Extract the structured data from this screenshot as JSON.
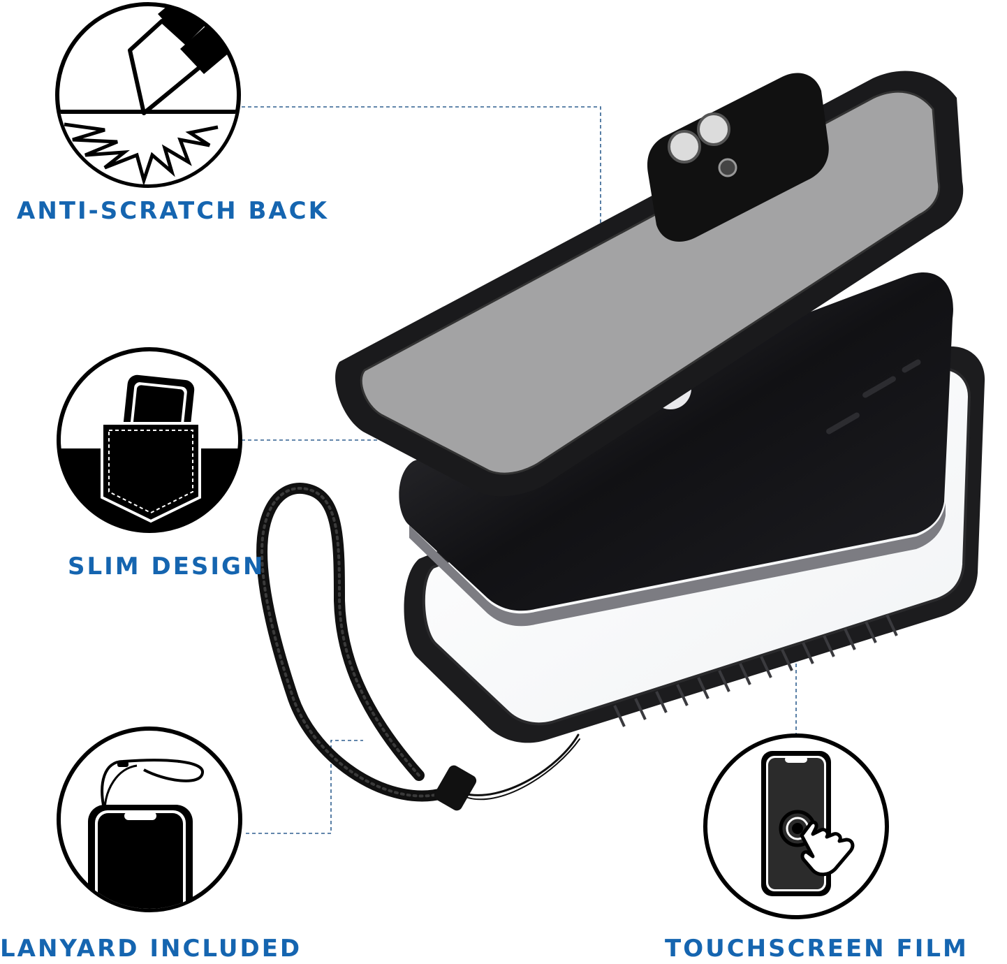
{
  "colors": {
    "label": "#1565b0",
    "connector": "#2f5f8f",
    "icon_black": "#000000",
    "case_frame": "#1c1c1e",
    "phone_body": "#101012"
  },
  "features": [
    {
      "label": "ANTI-SCRATCH BACK",
      "icon": "anti-scratch-icon"
    },
    {
      "label": "SLIM DESIGN",
      "icon": "slim-pocket-icon"
    },
    {
      "label": "LANYARD INCLUDED",
      "icon": "lanyard-phone-icon"
    },
    {
      "label": "TOUCHSCREEN FILM",
      "icon": "touchscreen-icon"
    }
  ],
  "product": {
    "icon": "waterproof-case-exploded-view"
  }
}
